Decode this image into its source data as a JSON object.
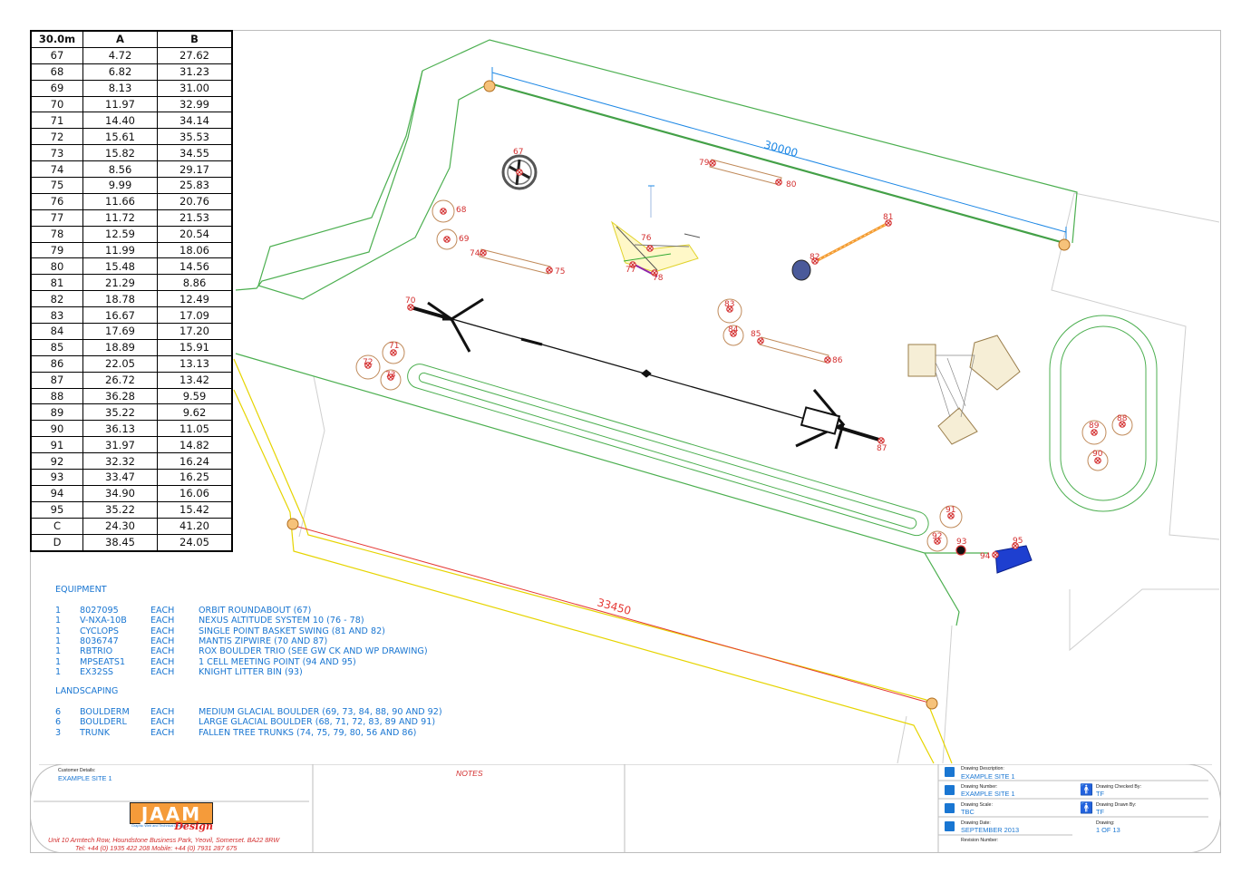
{
  "coord_table": {
    "headers": [
      "30.0m",
      "A",
      "B"
    ],
    "rows": [
      [
        "67",
        "4.72",
        "27.62"
      ],
      [
        "68",
        "6.82",
        "31.23"
      ],
      [
        "69",
        "8.13",
        "31.00"
      ],
      [
        "70",
        "11.97",
        "32.99"
      ],
      [
        "71",
        "14.40",
        "34.14"
      ],
      [
        "72",
        "15.61",
        "35.53"
      ],
      [
        "73",
        "15.82",
        "34.55"
      ],
      [
        "74",
        "8.56",
        "29.17"
      ],
      [
        "75",
        "9.99",
        "25.83"
      ],
      [
        "76",
        "11.66",
        "20.76"
      ],
      [
        "77",
        "11.72",
        "21.53"
      ],
      [
        "78",
        "12.59",
        "20.54"
      ],
      [
        "79",
        "11.99",
        "18.06"
      ],
      [
        "80",
        "15.48",
        "14.56"
      ],
      [
        "81",
        "21.29",
        "8.86"
      ],
      [
        "82",
        "18.78",
        "12.49"
      ],
      [
        "83",
        "16.67",
        "17.09"
      ],
      [
        "84",
        "17.69",
        "17.20"
      ],
      [
        "85",
        "18.89",
        "15.91"
      ],
      [
        "86",
        "22.05",
        "13.13"
      ],
      [
        "87",
        "26.72",
        "13.42"
      ],
      [
        "88",
        "36.28",
        "9.59"
      ],
      [
        "89",
        "35.22",
        "9.62"
      ],
      [
        "90",
        "36.13",
        "11.05"
      ],
      [
        "91",
        "31.97",
        "14.82"
      ],
      [
        "92",
        "32.32",
        "16.24"
      ],
      [
        "93",
        "33.47",
        "16.25"
      ],
      [
        "94",
        "34.90",
        "16.06"
      ],
      [
        "95",
        "35.22",
        "15.42"
      ],
      [
        "C",
        "24.30",
        "41.20"
      ],
      [
        "D",
        "38.45",
        "24.05"
      ]
    ]
  },
  "equipment": {
    "title": "EQUIPMENT",
    "items": [
      {
        "qty": "1",
        "code": "8027095",
        "unit": "EACH",
        "desc": "ORBIT ROUNDABOUT (67)"
      },
      {
        "qty": "1",
        "code": "V-NXA-10B",
        "unit": "EACH",
        "desc": "NEXUS ALTITUDE SYSTEM 10 (76 - 78)"
      },
      {
        "qty": "1",
        "code": "CYCLOPS",
        "unit": "EACH",
        "desc": "SINGLE POINT BASKET SWING (81 AND 82)"
      },
      {
        "qty": "1",
        "code": "8036747",
        "unit": "EACH",
        "desc": "MANTIS ZIPWIRE (70 AND 87)"
      },
      {
        "qty": "1",
        "code": "RBTRIO",
        "unit": "EACH",
        "desc": "ROX BOULDER TRIO (SEE GW CK AND WP DRAWING)"
      },
      {
        "qty": "1",
        "code": "MPSEATS1",
        "unit": "EACH",
        "desc": "1 CELL MEETING POINT (94 AND 95)"
      },
      {
        "qty": "1",
        "code": "EX32SS",
        "unit": "EACH",
        "desc": "KNIGHT LITTER BIN (93)"
      }
    ]
  },
  "landscaping": {
    "title": "LANDSCAPING",
    "items": [
      {
        "qty": "6",
        "code": "BOULDERM",
        "unit": "EACH",
        "desc": "MEDIUM GLACIAL BOULDER (69, 73,  84, 88, 90 AND 92)"
      },
      {
        "qty": "6",
        "code": "BOULDERL",
        "unit": "EACH",
        "desc": "LARGE GLACIAL BOULDER (68, 71, 72, 83, 89 AND 91)"
      },
      {
        "qty": "3",
        "code": "TRUNK",
        "unit": "EACH",
        "desc": "FALLEN TREE TRUNKS (74, 75, 79, 80, 56 AND 86)"
      }
    ]
  },
  "plan": {
    "dimension_top": "30000",
    "dimension_bottom": "33450",
    "point_labels": [
      "67",
      "68",
      "69",
      "70",
      "71",
      "72",
      "73",
      "74",
      "75",
      "76",
      "77",
      "78",
      "79",
      "80",
      "81",
      "82",
      "83",
      "84",
      "85",
      "86",
      "87",
      "88",
      "89",
      "90",
      "91",
      "92",
      "93",
      "94",
      "95"
    ]
  },
  "title_block": {
    "customer_label": "Customer Details:",
    "customer_value": "EXAMPLE SITE 1",
    "notes_label": "NOTES",
    "logo_text": "JAAM",
    "logo_script": "Design",
    "logo_tagline": "Graphic Web and Technical Design",
    "address_line1": "Unit 10 Armtech Row, Houndstone Business Park, Yeovil, Somerset. BA22 8RW",
    "address_line2": "Tel: +44 (0) 1935 422 208      Mobile: +44 (0) 7931 287 675",
    "description_label": "Drawing Description:",
    "description_value": "EXAMPLE SITE 1",
    "number_label": "Drawing Number:",
    "number_value": "EXAMPLE SITE 1",
    "scale_label": "Drawing Scale:",
    "scale_value": "TBC",
    "date_label": "Drawing Date:",
    "date_value": "SEPTEMBER 2013",
    "revision_label": "Revision Number:",
    "checked_label": "Drawing Checked By:",
    "checked_value": "TF",
    "drawn_label": "Drawing Drawn By:",
    "drawn_value": "TF",
    "drawing_label": "Drawing:",
    "drawing_value": "1 OF 13"
  },
  "colors": {
    "boundary_green": "#4caf50",
    "dimension_blue": "#1e88e5",
    "dimension_red": "#e53935",
    "accent_blue": "#1976d2",
    "marker_red": "#d32f2f",
    "trunk_brown": "#c08a5a",
    "path_yellow": "#e6d400"
  }
}
